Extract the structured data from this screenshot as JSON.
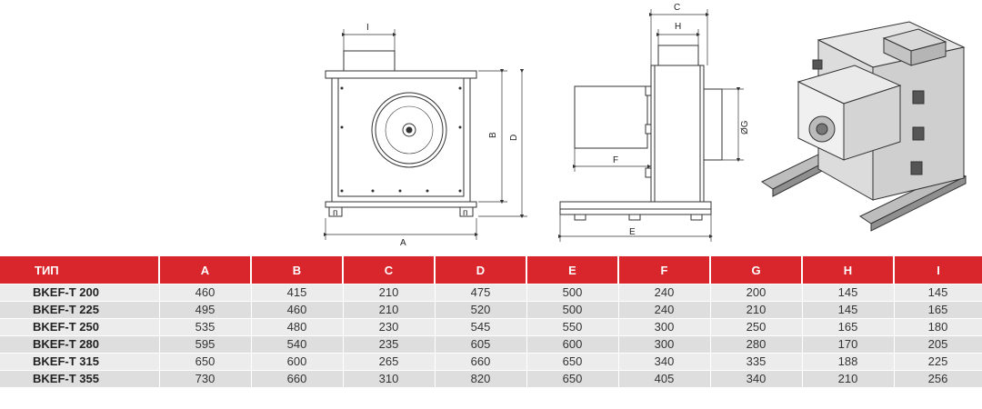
{
  "drawing": {
    "front_labels": {
      "i": "I",
      "a": "A",
      "b": "B",
      "d": "D"
    },
    "side_labels": {
      "c": "C",
      "h": "H",
      "g": "ØG",
      "f": "F",
      "e": "E"
    }
  },
  "table": {
    "headers": [
      "ТИП",
      "A",
      "B",
      "C",
      "D",
      "E",
      "F",
      "G",
      "H",
      "I"
    ],
    "rows": [
      [
        "BKEF-T 200",
        "460",
        "415",
        "210",
        "475",
        "500",
        "240",
        "200",
        "145",
        "145"
      ],
      [
        "BKEF-T 225",
        "495",
        "460",
        "210",
        "520",
        "500",
        "240",
        "210",
        "145",
        "165"
      ],
      [
        "BKEF-T 250",
        "535",
        "480",
        "230",
        "545",
        "550",
        "300",
        "250",
        "165",
        "180"
      ],
      [
        "BKEF-T 280",
        "595",
        "540",
        "235",
        "605",
        "600",
        "300",
        "280",
        "170",
        "205"
      ],
      [
        "BKEF-T 315",
        "650",
        "600",
        "265",
        "660",
        "650",
        "340",
        "335",
        "188",
        "225"
      ],
      [
        "BKEF-T 355",
        "730",
        "660",
        "310",
        "820",
        "650",
        "405",
        "340",
        "210",
        "256"
      ]
    ]
  }
}
